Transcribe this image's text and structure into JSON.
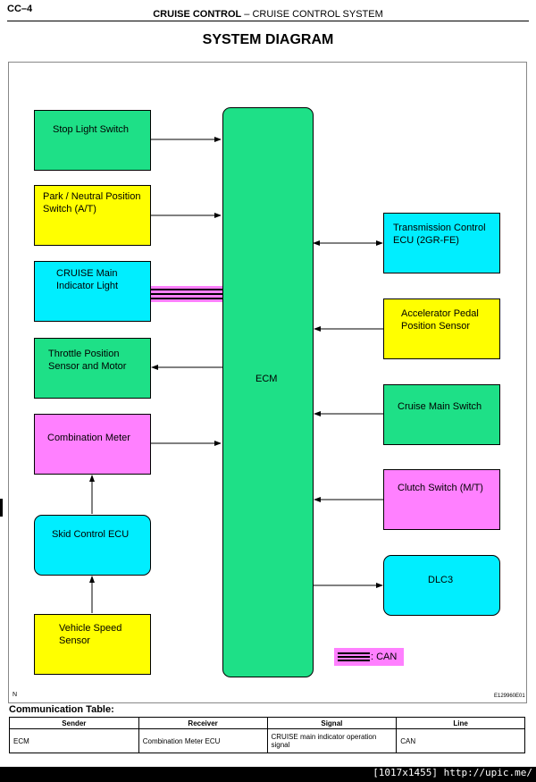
{
  "header": {
    "sheet_id": "CC–4",
    "section": "CRUISE CONTROL",
    "separator": " – ",
    "system": "CRUISE CONTROL SYSTEM"
  },
  "page_title": "SYSTEM DIAGRAM",
  "diagram": {
    "ecm": "ECM",
    "left_blocks": {
      "stop_light_switch": "Stop Light Switch",
      "park_neutral_switch": "Park / Neutral Position Switch (A/T)",
      "cruise_main_indicator": "CRUISE Main Indicator Light",
      "throttle_position_sensor": "Throttle Position Sensor and Motor",
      "combination_meter": "Combination Meter",
      "skid_control_ecu": "Skid Control ECU",
      "vehicle_speed_sensor": "Vehicle Speed Sensor"
    },
    "right_blocks": {
      "transmission_control_ecu": "Transmission Control ECU (2GR-FE)",
      "accelerator_pedal_sensor": "Accelerator Pedal Position Sensor",
      "cruise_main_switch": "Cruise Main Switch",
      "clutch_switch": "Clutch Switch (M/T)",
      "dlc3": "DLC3"
    },
    "legend_can": ": CAN",
    "corner_mark": "N",
    "figure_code": "E129960E01",
    "colors": {
      "green": "#1ee087",
      "yellow": "#ffff00",
      "cyan": "#00eeff",
      "magenta": "#ff80ff"
    }
  },
  "comm_table": {
    "title": "Communication Table:",
    "headers": [
      "Sender",
      "Receiver",
      "Signal",
      "Line"
    ],
    "rows": [
      [
        "ECM",
        "Combination Meter ECU",
        "CRUISE main indicator operation signal",
        "CAN"
      ]
    ]
  },
  "stamp": "[1017x1455] http://upic.me/"
}
